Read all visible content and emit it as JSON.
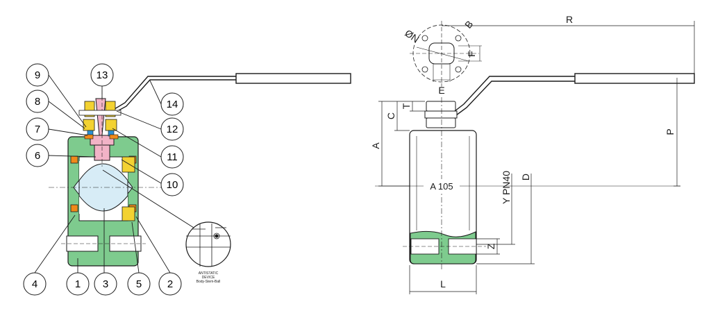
{
  "colors": {
    "body_fill": "#7ecb8e",
    "ball_fill": "#d7ecf6",
    "stem_fill": "#f2b3c7",
    "nut_fill": "#f3d232",
    "seal_orange": "#f08a1a",
    "seal_blue": "#2c8fd1",
    "line": "#1a1a1a"
  },
  "callouts": {
    "c1": "1",
    "c2": "2",
    "c3": "3",
    "c4": "4",
    "c5": "5",
    "c6": "6",
    "c7": "7",
    "c8": "8",
    "c9": "9",
    "c10": "10",
    "c11": "11",
    "c12": "12",
    "c13": "13",
    "c14": "14"
  },
  "antistatic": {
    "line1": "ANTISTATIC",
    "line2": "DEVICE",
    "line3": "Body-Stem-Ball"
  },
  "dimensions": {
    "R": "R",
    "ON": "ØN",
    "B": "B",
    "F": "F",
    "E": "E",
    "C": "C",
    "T": "T",
    "A": "A",
    "P": "P",
    "D": "D",
    "Y_PN40": "Y PN40",
    "A105": "A 105",
    "Z": "Z",
    "L": "L"
  }
}
